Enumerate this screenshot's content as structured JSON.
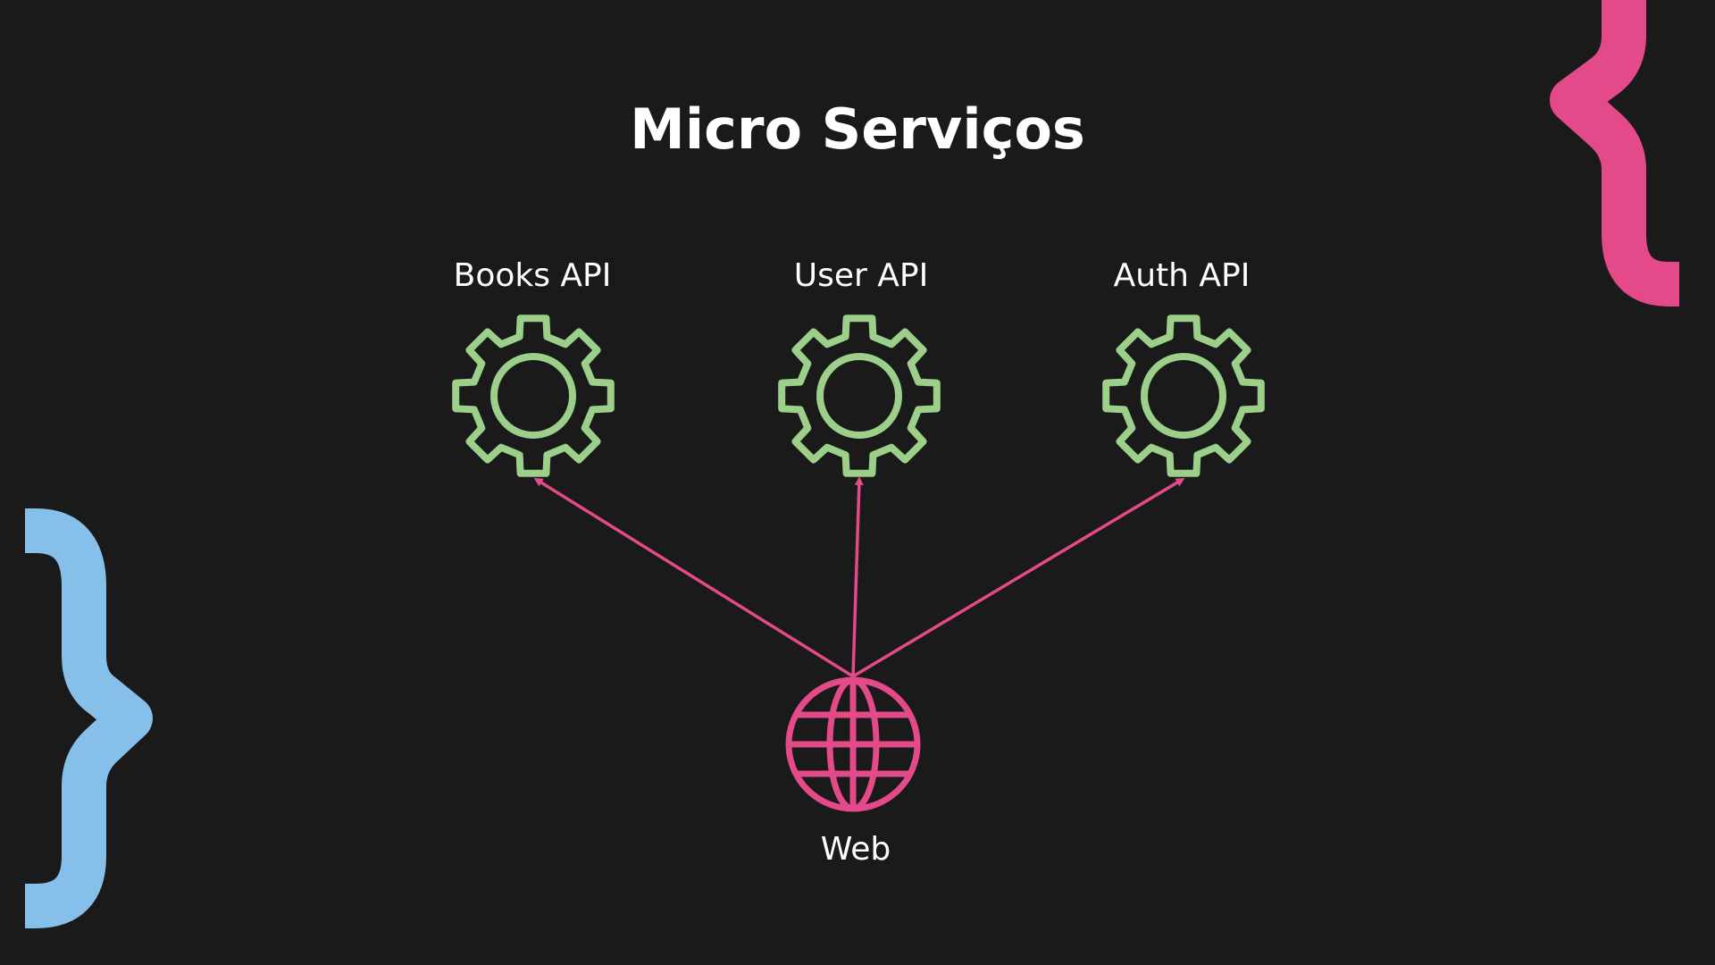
{
  "slide": {
    "title": "Micro Serviços"
  },
  "services": [
    {
      "label": "Books API",
      "icon": "gear-icon"
    },
    {
      "label": "User API",
      "icon": "gear-icon"
    },
    {
      "label": "Auth API",
      "icon": "gear-icon"
    }
  ],
  "client": {
    "label": "Web",
    "icon": "globe-icon"
  },
  "colors": {
    "background": "#1a1a1a",
    "text": "#ffffff",
    "gear": "#9bcf8a",
    "accent_pink": "#e44a89",
    "accent_blue": "#86bfea"
  }
}
